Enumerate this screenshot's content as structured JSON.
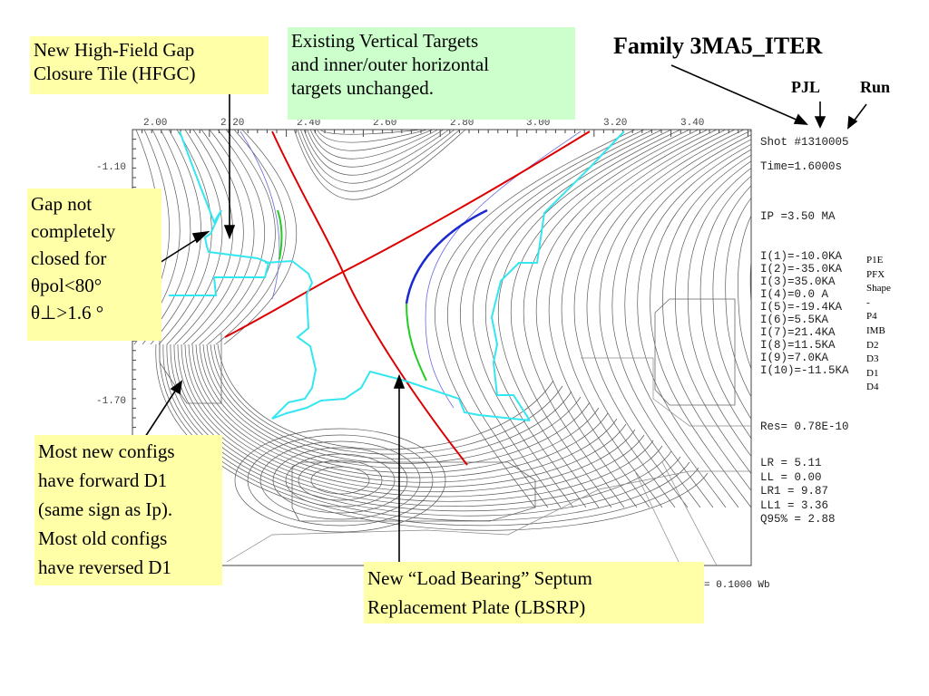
{
  "title": "Family 3MA5_ITER",
  "sub_labels": {
    "pjl": "PJL",
    "run": "Run"
  },
  "notes": {
    "hfgc": [
      "New High-Field Gap",
      "Closure Tile (HFGC)"
    ],
    "targets": [
      "Existing Vertical Targets",
      "and inner/outer horizontal",
      "targets unchanged."
    ],
    "gap": [
      "Gap not",
      "completely",
      "closed for",
      "θpol<80°",
      "θ⊥>1.6 °"
    ],
    "configs": [
      "Most new configs",
      "have forward D1",
      "(same sign as Ip).",
      "Most old configs",
      "have reversed D1"
    ],
    "lbsrp": [
      "New “Load Bearing”  Septum",
      "Replacement Plate (LBSRP)"
    ]
  },
  "axis": {
    "x_ticks": [
      "2.00",
      "2.20",
      "2.40",
      "2.60",
      "2.80",
      "3.00",
      "3.20",
      "3.40"
    ],
    "y_ticks": [
      "-1.10",
      "-1.70"
    ]
  },
  "shot_info": {
    "shot": "Shot #1310005",
    "time": "Time=1.6000s",
    "ip": "IP =3.50 MA",
    "currents": [
      "I(1)=-10.0KA",
      "I(2)=-35.0KA",
      "I(3)=35.0KA",
      "I(4)=0.0 A",
      "I(5)=-19.4KA",
      "I(6)=5.5KA",
      "I(7)=21.4KA",
      "I(8)=11.5KA",
      "I(9)=7.0KA",
      "I(10)=-11.5KA"
    ],
    "coil_names": [
      "P1E",
      "PFX",
      "Shape",
      "-",
      "P4",
      "IMB",
      "D2",
      "D3",
      "D1",
      "D4"
    ],
    "res": "Res= 0.78E-10",
    "lr": "LR = 5.11",
    "ll": "LL = 0.00",
    "lr1": "LR1 = 9.87",
    "ll1": "LL1 = 3.36",
    "q95": "Q95% = 2.88",
    "flux_step": "= 0.1000 Wb"
  },
  "colors": {
    "note_yellow": "#ffffa8",
    "note_green": "#ccffcc",
    "separatrix": "#dd0000",
    "tile_outline": "#33e6f0",
    "strike_blue": "#1a2ad0",
    "strike_green": "#22cc22",
    "flux_lines": "#555555"
  }
}
